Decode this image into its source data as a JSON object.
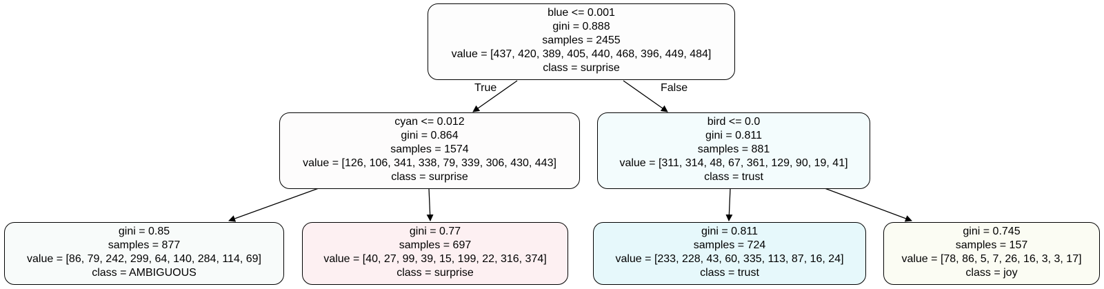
{
  "tree": {
    "root": {
      "split": "blue <= 0.001",
      "gini": "gini = 0.888",
      "samples": "samples = 2455",
      "value": "value = [437, 420, 389, 405, 440, 468, 396, 449, 484]",
      "class": "class = surprise",
      "fill": "#fdfdfd"
    },
    "left": {
      "split": "cyan <= 0.012",
      "gini": "gini = 0.864",
      "samples": "samples = 1574",
      "value": "value = [126, 106, 341, 338, 79, 339, 306, 430, 443]",
      "class": "class = surprise",
      "fill": "#fdfcfc"
    },
    "right": {
      "split": "bird <= 0.0",
      "gini": "gini = 0.811",
      "samples": "samples = 881",
      "value": "value = [311, 314, 48, 67, 361, 129, 90, 19, 41]",
      "class": "class = trust",
      "fill": "#f3fcfd"
    },
    "leaf_ll": {
      "gini": "gini = 0.85",
      "samples": "samples = 877",
      "value": "value = [86, 79, 242, 299, 64, 140, 284, 114, 69]",
      "class": "class = AMBIGUOUS",
      "fill": "#f8fbfa"
    },
    "leaf_lr": {
      "gini": "gini = 0.77",
      "samples": "samples = 697",
      "value": "value = [40, 27, 99, 39, 15, 199, 22, 316, 374]",
      "class": "class = surprise",
      "fill": "#fdf0f2"
    },
    "leaf_rl": {
      "gini": "gini = 0.811",
      "samples": "samples = 724",
      "value": "value = [233, 228, 43, 60, 335, 113, 87, 16, 24]",
      "class": "class = trust",
      "fill": "#e6f8fb"
    },
    "leaf_rr": {
      "gini": "gini = 0.745",
      "samples": "samples = 157",
      "value": "value = [78, 86, 5, 7, 26, 16, 3, 3, 17]",
      "class": "class = joy",
      "fill": "#fbfcf3"
    }
  },
  "edge_labels": {
    "true": "True",
    "false": "False"
  }
}
